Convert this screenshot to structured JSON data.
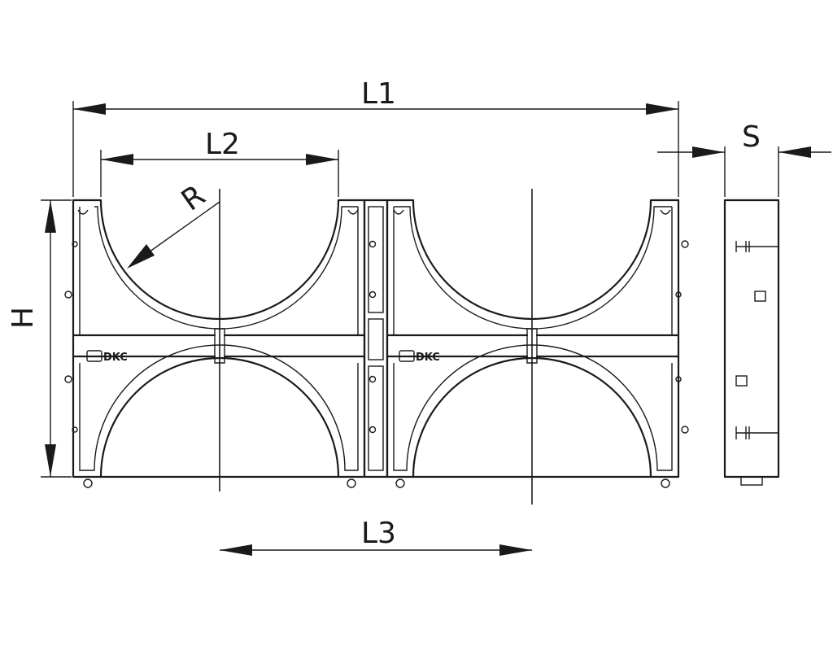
{
  "labels": {
    "L1": "L1",
    "L2": "L2",
    "L3": "L3",
    "S": "S",
    "H": "H",
    "R": "R"
  },
  "logo": {
    "text": "DKC"
  }
}
